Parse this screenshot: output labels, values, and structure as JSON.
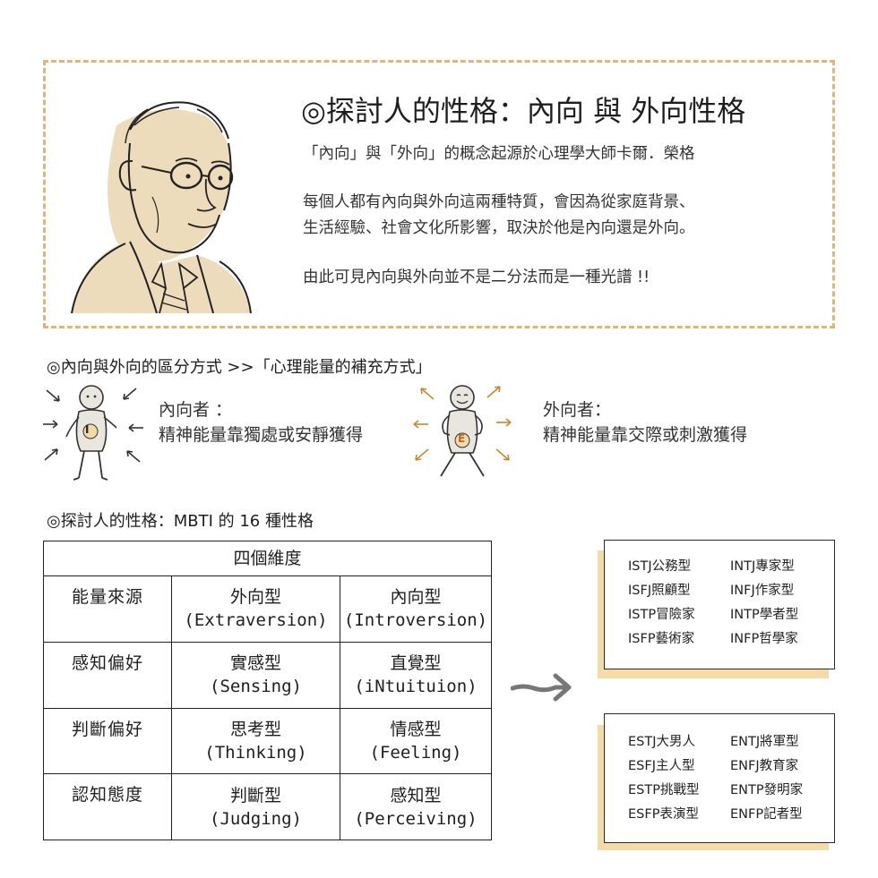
{
  "intro": {
    "title": "◎探討人的性格：內向 與 外向性格",
    "para1": "「內向」與「外向」的概念起源於心理學大師卡爾．榮格",
    "para2_line1": "每個人都有內向與外向這兩種特質，會因為從家庭背景、",
    "para2_line2": "生活經驗、社會文化所影響，取決於他是內向還是外向。",
    "para3": "由此可見內向與外向並不是二分法而是一種光譜 !!"
  },
  "energy_section": {
    "heading": "◎內向與外向的區分方式 >>「心理能量的補充方式」",
    "introvert": {
      "badge": "I",
      "label": "內向者 ：",
      "desc": "精神能量靠獨處或安靜獲得"
    },
    "extrovert": {
      "badge": "E",
      "label": "外向者：",
      "desc": "精神能量靠交際或刺激獲得"
    }
  },
  "mbti_section": {
    "heading": "◎探討人的性格：MBTI 的 16 種性格",
    "table_header": "四個維度",
    "rows": [
      {
        "dimension": "能量來源",
        "left_name": "外向型",
        "left_en": "(Extraversion)",
        "right_name": "內向型",
        "right_en": "(Introversion)"
      },
      {
        "dimension": "感知偏好",
        "left_name": "實感型",
        "left_en": "(Sensing)",
        "right_name": "直覺型",
        "right_en": "(iNtuituion)"
      },
      {
        "dimension": "判斷偏好",
        "left_name": "思考型",
        "left_en": "(Thinking)",
        "right_name": "情感型",
        "right_en": "(Feeling)"
      },
      {
        "dimension": "認知態度",
        "left_name": "判斷型",
        "left_en": "(Judging)",
        "right_name": "感知型",
        "right_en": "(Perceiving)"
      }
    ]
  },
  "type_cards": [
    {
      "types": [
        "ISTJ公務型",
        "INTJ專家型",
        "ISFJ照顧型",
        "INFJ作家型",
        "ISTP冒險家",
        "INTP學者型",
        "ISFP藝術家",
        "INFP哲學家"
      ]
    },
    {
      "types": [
        "ESTJ大男人",
        "ENTJ將軍型",
        "ESFJ主人型",
        "ENFJ教育家",
        "ESTP挑戰型",
        "ENTP發明家",
        "ESFP表演型",
        "ENFP記者型"
      ]
    }
  ],
  "colors": {
    "accent": "#d9b879",
    "card_shadow": "#f4dca8",
    "arrow": "#777777",
    "text": "#2b2b2b"
  },
  "icons": {
    "portrait": "jung-portrait-illustration",
    "introvert": "introvert-figure-icon",
    "extrovert": "extrovert-figure-icon",
    "arrow": "right-arrow-icon"
  }
}
